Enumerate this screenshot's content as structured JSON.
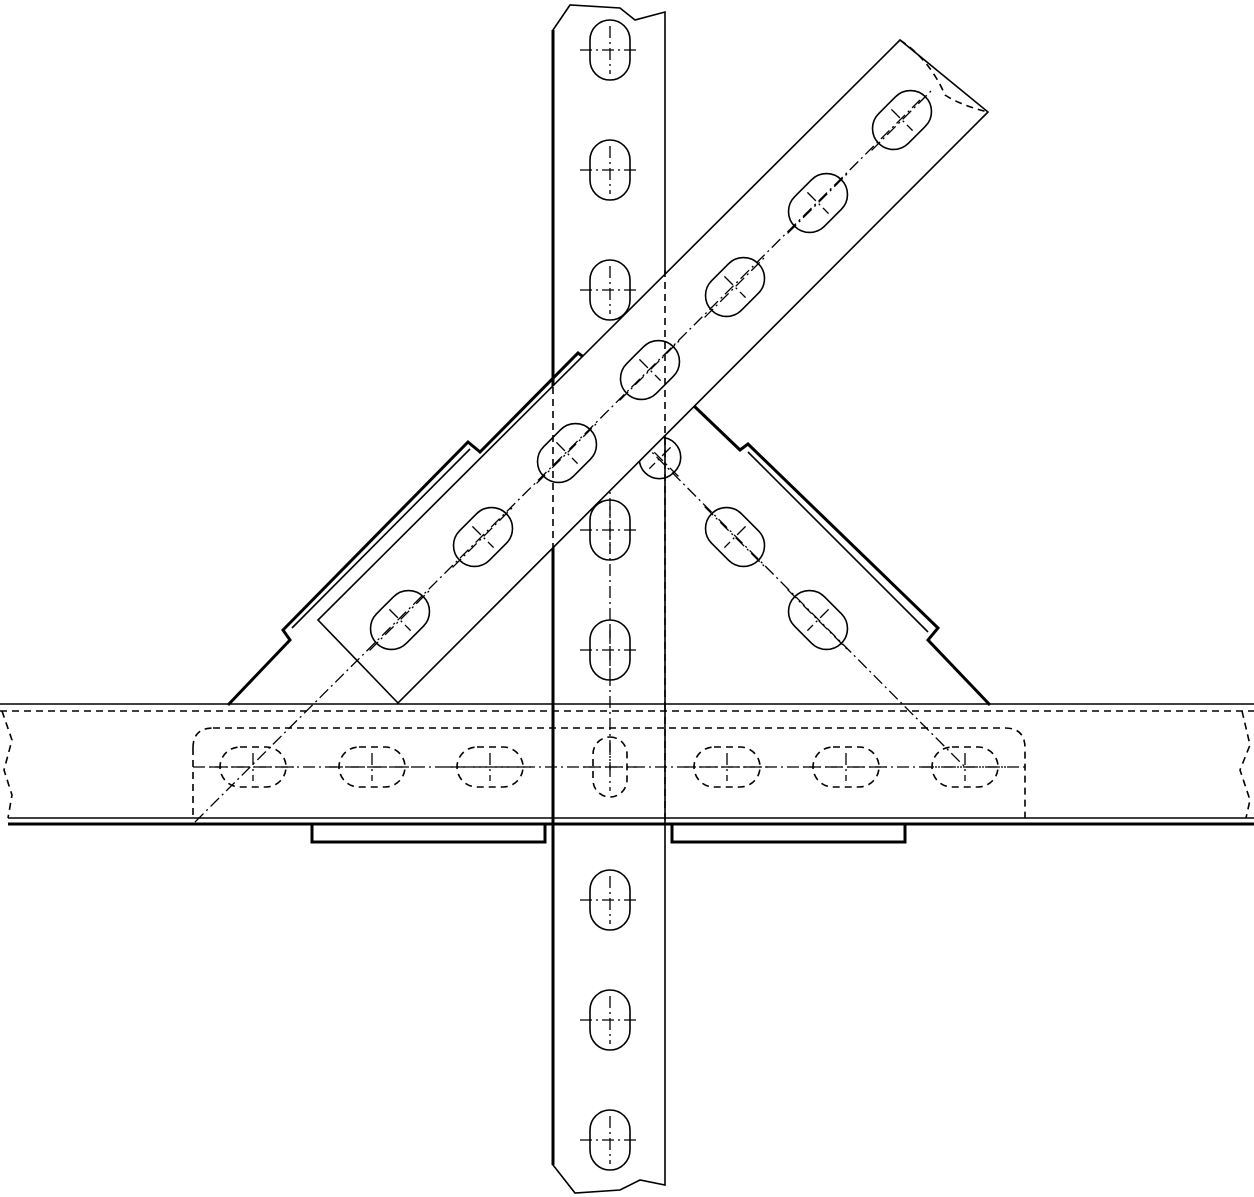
{
  "drawing": {
    "stroke_color": "#000000",
    "background_color": "#ffffff",
    "parts": [
      "vertical-perforated-bar",
      "horizontal-perforated-bar",
      "diagonal-perforated-bar",
      "gusset-plate",
      "support-brackets"
    ]
  }
}
